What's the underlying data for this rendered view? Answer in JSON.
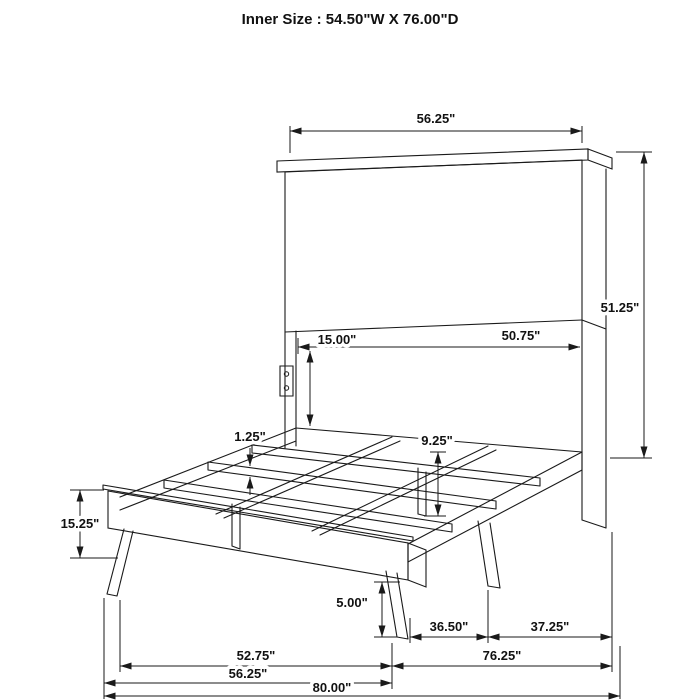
{
  "title": "Inner Size : 54.50\"W X 76.00\"D",
  "dimensions": {
    "headboard_top_width": "56.25\"",
    "headboard_height": "51.25\"",
    "headboard_inner_width": "50.75\"",
    "headboard_to_rail_gap": "15.00\"",
    "slat_thickness": "1.25\"",
    "center_leg_height": "9.25\"",
    "footboard_height": "15.25\"",
    "leg_clearance": "5.00\"",
    "base_span_foot_to_center": "36.50\"",
    "base_span_center_to_head": "37.25\"",
    "footboard_outer_span": "52.75\"",
    "rail_length_span": "76.25\"",
    "overall_width": "56.25\"",
    "overall_depth": "80.00\""
  },
  "colors": {
    "line": "#1a1a1a",
    "background": "#ffffff"
  }
}
